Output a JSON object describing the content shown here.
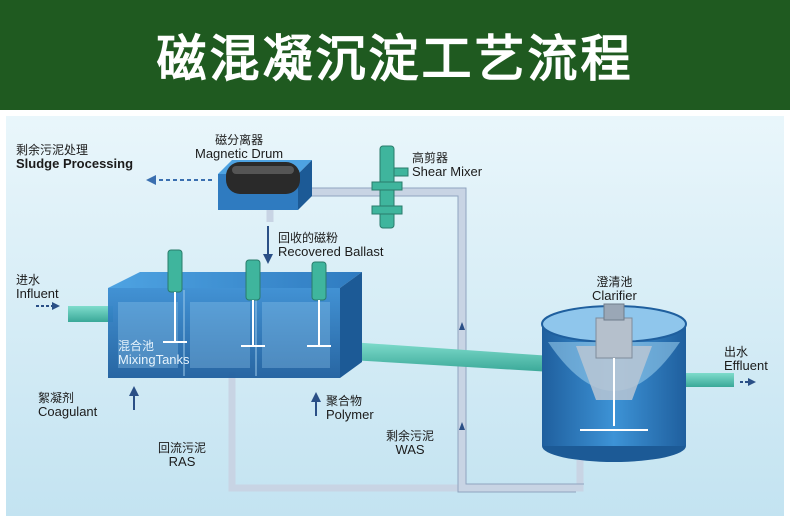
{
  "title": "磁混凝沉淀工艺流程",
  "labels": {
    "sludge_processing": {
      "zh": "剩余污泥处理",
      "en": "Sludge Processing"
    },
    "magnetic_drum": {
      "zh": "磁分离器",
      "en": "Magnetic Drum"
    },
    "shear_mixer": {
      "zh": "高剪器",
      "en": "Shear Mixer"
    },
    "recovered_ballast": {
      "zh": "回收的磁粉",
      "en": "Recovered Ballast"
    },
    "influent": {
      "zh": "进水",
      "en": "Influent"
    },
    "mixing_tanks": {
      "zh": "混合池",
      "en": "MixingTanks"
    },
    "coagulant": {
      "zh": "絮凝剂",
      "en": "Coagulant"
    },
    "polymer": {
      "zh": "聚合物",
      "en": "Polymer"
    },
    "ras": {
      "zh": "回流污泥",
      "en": "RAS"
    },
    "was": {
      "zh": "剩余污泥",
      "en": "WAS"
    },
    "clarifier": {
      "zh": "澄清池",
      "en": "Clarifier"
    },
    "effluent": {
      "zh": "出水",
      "en": "Effluent"
    }
  },
  "colors": {
    "banner": "#1f5a20",
    "background": "#d4ecf6",
    "tank_blue": "#2f7bc0",
    "pipe": "#c9d6e6",
    "teal_pipe": "#56c1b3"
  }
}
